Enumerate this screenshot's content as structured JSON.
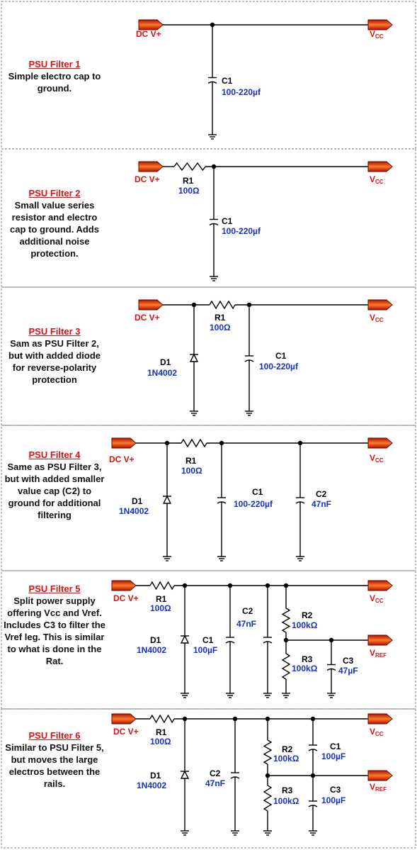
{
  "panels": [
    {
      "title": "PSU Filter 1",
      "body": "Simple electro cap to ground.",
      "input_label": "DC V+",
      "outputs": [
        {
          "main": "V",
          "sub": "CC"
        }
      ],
      "components": [
        {
          "ref": "C1",
          "value": "100-220µf"
        }
      ]
    },
    {
      "title": "PSU Filter 2",
      "body": "Small value series resistor and electro cap to ground. Adds additional noise protection.",
      "input_label": "DC V+",
      "outputs": [
        {
          "main": "V",
          "sub": "CC"
        }
      ],
      "components": [
        {
          "ref": "R1",
          "value": "100Ω"
        },
        {
          "ref": "C1",
          "value": "100-220µf"
        }
      ]
    },
    {
      "title": "PSU Filter 3",
      "body": "Sam as PSU Filter 2, but with added diode for reverse-polarity protection",
      "input_label": "DC V+",
      "outputs": [
        {
          "main": "V",
          "sub": "CC"
        }
      ],
      "components": [
        {
          "ref": "R1",
          "value": "100Ω"
        },
        {
          "ref": "D1",
          "value": "1N4002"
        },
        {
          "ref": "C1",
          "value": "100-220µf"
        }
      ]
    },
    {
      "title": "PSU Filter 4",
      "body": "Same as PSU Filter 3, but with added smaller value cap (C2) to ground for additional filtering",
      "input_label": "DC V+",
      "outputs": [
        {
          "main": "V",
          "sub": "CC"
        }
      ],
      "components": [
        {
          "ref": "R1",
          "value": "100Ω"
        },
        {
          "ref": "D1",
          "value": "1N4002"
        },
        {
          "ref": "C1",
          "value": "100-220µf"
        },
        {
          "ref": "C2",
          "value": "47nF"
        }
      ]
    },
    {
      "title": "PSU Filter 5",
      "body": "Split power supply offering Vcc and Vref. Includes C3 to filter the Vref leg. This is similar to what is done in the Rat.",
      "input_label": "DC V+",
      "outputs": [
        {
          "main": "V",
          "sub": "CC"
        },
        {
          "main": "V",
          "sub": "REF"
        }
      ],
      "components": [
        {
          "ref": "R1",
          "value": "100Ω"
        },
        {
          "ref": "D1",
          "value": "1N4002"
        },
        {
          "ref": "C1",
          "value": "100µF"
        },
        {
          "ref": "C2",
          "value": "47nF"
        },
        {
          "ref": "R2",
          "value": "100kΩ"
        },
        {
          "ref": "R3",
          "value": "100kΩ"
        },
        {
          "ref": "C3",
          "value": "47µF"
        }
      ]
    },
    {
      "title": "PSU Filter 6",
      "body": "Similar to PSU Filter 5, but moves the large electros between the rails.",
      "input_label": "DC V+",
      "outputs": [
        {
          "main": "V",
          "sub": "CC"
        },
        {
          "main": "V",
          "sub": "REF"
        }
      ],
      "components": [
        {
          "ref": "R1",
          "value": "100Ω"
        },
        {
          "ref": "D1",
          "value": "1N4002"
        },
        {
          "ref": "C2",
          "value": "47nF"
        },
        {
          "ref": "R2",
          "value": "100kΩ"
        },
        {
          "ref": "R3",
          "value": "100kΩ"
        },
        {
          "ref": "C1",
          "value": "100µF"
        },
        {
          "ref": "C3",
          "value": "100µF"
        }
      ]
    }
  ],
  "colors": {
    "title_red": "#dd1111",
    "value_blue": "#1530c8",
    "wire": "#000000",
    "border_gray": "#9a9a9a",
    "connector_dark": "#b01000",
    "connector_light": "#ff7a2a"
  }
}
